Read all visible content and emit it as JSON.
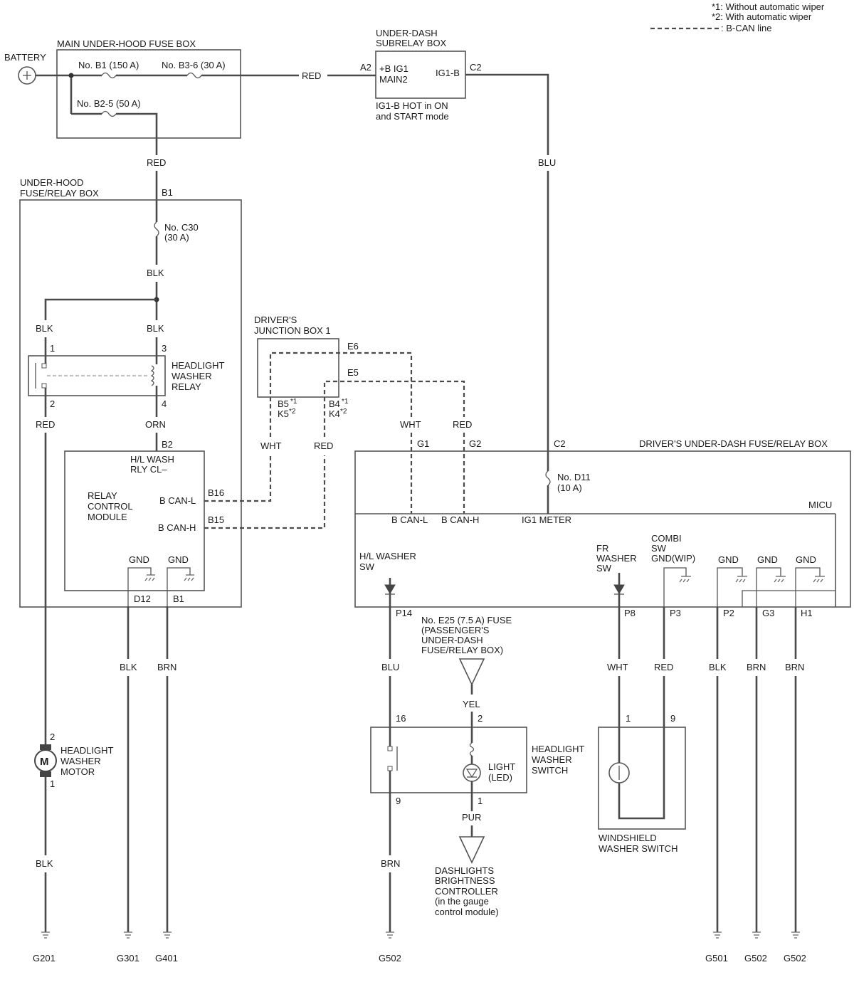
{
  "legend": {
    "note1": "*1: Without automatic wiper",
    "note2": "*2: With automatic wiper",
    "can_line": ": B-CAN line"
  },
  "battery": "BATTERY",
  "main_fuse_box": {
    "title": "MAIN UNDER-HOOD FUSE BOX",
    "fuse_b1": "No. B1 (150 A)",
    "fuse_b3_6": "No. B3-6 (30 A)",
    "fuse_b2_5": "No. B2-5 (50 A)"
  },
  "subrelay_box": {
    "title_line1": "UNDER-DASH",
    "title_line2": "SUBRELAY BOX",
    "pin_a2": "A2",
    "pin_c2": "C2",
    "inner_line1": "+B IG1",
    "inner_line2": "MAIN2",
    "ig1b": "IG1-B",
    "note_line1": "IG1-B HOT in ON",
    "note_line2": "and START mode"
  },
  "wire_colors": {
    "red": "RED",
    "blu": "BLU",
    "blk": "BLK",
    "orn": "ORN",
    "wht": "WHT",
    "brn": "BRN",
    "yel": "YEL",
    "pur": "PUR"
  },
  "underhood_box": {
    "title_line1": "UNDER-HOOD",
    "title_line2": "FUSE/RELAY BOX",
    "pin_b1": "B1",
    "fuse_c30_line1": "No. C30",
    "fuse_c30_line2": "(30 A)",
    "pin1": "1",
    "pin2": "2",
    "pin3": "3",
    "pin4": "4",
    "relay_line1": "HEADLIGHT",
    "relay_line2": "WASHER",
    "relay_line3": "RELAY",
    "pin_b2": "B2"
  },
  "rcm": {
    "hl_wash_line1": "H/L WASH",
    "hl_wash_line2": "RLY CL–",
    "name_line1": "RELAY",
    "name_line2": "CONTROL",
    "name_line3": "MODULE",
    "bcanl": "B CAN-L",
    "bcanh": "B CAN-H",
    "pin_b16": "B16",
    "pin_b15": "B15",
    "gnd": "GND",
    "pin_d12": "D12",
    "pin_b1": "B1"
  },
  "junction_box": {
    "title_line1": "DRIVER'S",
    "title_line2": "JUNCTION BOX 1",
    "e6": "E6",
    "e5": "E5",
    "b5": "B5",
    "k5": "K5",
    "b4": "B4",
    "k4": "K4",
    "sup1": "*1",
    "sup2": "*2"
  },
  "under_dash_box": {
    "title": "DRIVER'S UNDER-DASH FUSE/RELAY BOX",
    "g1": "G1",
    "g2": "G2",
    "c2": "C2",
    "fuse_d11_line1": "No. D11",
    "fuse_d11_line2": "(10 A)",
    "micu": "MICU",
    "bcanl": "B CAN-L",
    "bcanh": "B CAN-H",
    "ig1_meter": "IG1 METER",
    "hl_washer_sw_line1": "H/L WASHER",
    "hl_washer_sw_line2": "SW",
    "fr_washer_sw_line1": "FR",
    "fr_washer_sw_line2": "WASHER",
    "fr_washer_sw_line3": "SW",
    "combi_line1": "COMBI",
    "combi_line2": "SW",
    "combi_line3": "GND(WIP)",
    "gnd": "GND",
    "p14": "P14",
    "p8": "P8",
    "p3": "P3",
    "p2": "P2",
    "g3": "G3",
    "h1": "H1"
  },
  "e25_fuse": {
    "line1": "No. E25 (7.5 A) FUSE",
    "line2": "(PASSENGER'S",
    "line3": "UNDER-DASH",
    "line4": "FUSE/RELAY BOX)"
  },
  "hl_switch": {
    "pin16": "16",
    "pin2": "2",
    "pin9": "9",
    "pin1": "1",
    "light_line1": "LIGHT",
    "light_line2": "(LED)",
    "name_line1": "HEADLIGHT",
    "name_line2": "WASHER",
    "name_line3": "SWITCH"
  },
  "dashlights": {
    "line1": "DASHLIGHTS",
    "line2": "BRIGHTNESS",
    "line3": "CONTROLLER",
    "line4": "(in the gauge",
    "line5": "control module)"
  },
  "windshield_switch": {
    "pin1": "1",
    "pin9": "9",
    "name_line1": "WINDSHIELD",
    "name_line2": "WASHER SWITCH"
  },
  "motor": {
    "pin2": "2",
    "pin1": "1",
    "symbol": "M",
    "name_line1": "HEADLIGHT",
    "name_line2": "WASHER",
    "name_line3": "MOTOR"
  },
  "grounds": {
    "g201": "G201",
    "g301": "G301",
    "g401": "G401",
    "g502": "G502",
    "g501": "G501"
  }
}
